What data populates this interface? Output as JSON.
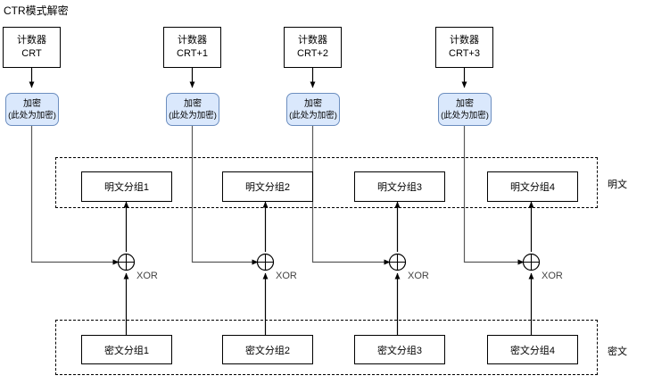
{
  "diagram": {
    "title": "CTR模式解密",
    "type": "flowchart",
    "columns": [
      {
        "counter": {
          "line1": "计数器",
          "line2": "CRT"
        },
        "encrypt": {
          "line1": "加密",
          "line2": "(此处为加密)"
        },
        "plaintext": "明文分组1",
        "ciphertext": "密文分组1",
        "xor_label": "XOR"
      },
      {
        "counter": {
          "line1": "计数器",
          "line2": "CRT+1"
        },
        "encrypt": {
          "line1": "加密",
          "line2": "(此处为加密)"
        },
        "plaintext": "明文分组2",
        "ciphertext": "密文分组2",
        "xor_label": "XOR"
      },
      {
        "counter": {
          "line1": "计数器",
          "line2": "CRT+2"
        },
        "encrypt": {
          "line1": "加密",
          "line2": "(此处为加密)"
        },
        "plaintext": "明文分组3",
        "ciphertext": "密文分组3",
        "xor_label": "XOR"
      },
      {
        "counter": {
          "line1": "计数器",
          "line2": "CRT+3"
        },
        "encrypt": {
          "line1": "加密",
          "line2": "(此处为加密)"
        },
        "plaintext": "明文分组4",
        "ciphertext": "密文分组4",
        "xor_label": "XOR"
      }
    ],
    "group_labels": {
      "plaintext_group": "明文",
      "ciphertext_group": "密文"
    },
    "colors": {
      "encrypt_fill": "#dae8fc",
      "encrypt_stroke": "#6c8ebf",
      "box_stroke": "#000000",
      "arrow_stroke": "#000000",
      "connector_stroke": "#595959",
      "background": "#ffffff",
      "text": "#000000"
    },
    "icons": {
      "xor_operator": "xor-circle-icon",
      "arrow": "arrow-head-icon"
    }
  }
}
